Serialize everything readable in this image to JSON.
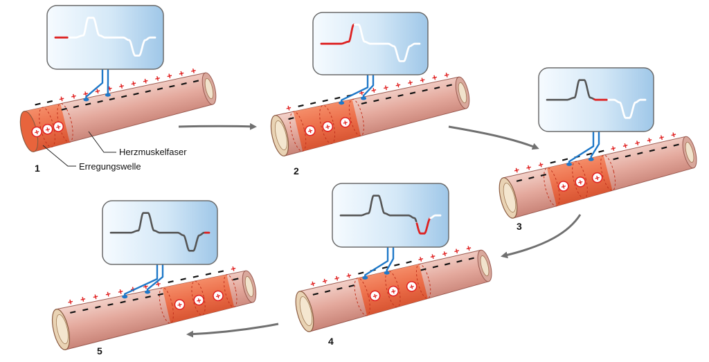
{
  "colors": {
    "positive": "#e02020",
    "negative": "#111111",
    "electrode": "#1e78c8",
    "trace_active": "#dd2222",
    "trace_passive": "#ffffff",
    "trace_done": "#555555",
    "arrow": "#707070",
    "excitation": "#ee6a44",
    "fiber": "#e8b3a8",
    "fiber_inner": "#ecd9bf"
  },
  "labels": {
    "muscle_fiber": "Herzmuskelfaser",
    "excitation_wave": "Erregungswelle"
  },
  "symbols": {
    "plus": "+",
    "minus": "−"
  },
  "stages": [
    {
      "number": "1"
    },
    {
      "number": "2"
    },
    {
      "number": "3"
    },
    {
      "number": "4"
    },
    {
      "number": "5"
    }
  ]
}
